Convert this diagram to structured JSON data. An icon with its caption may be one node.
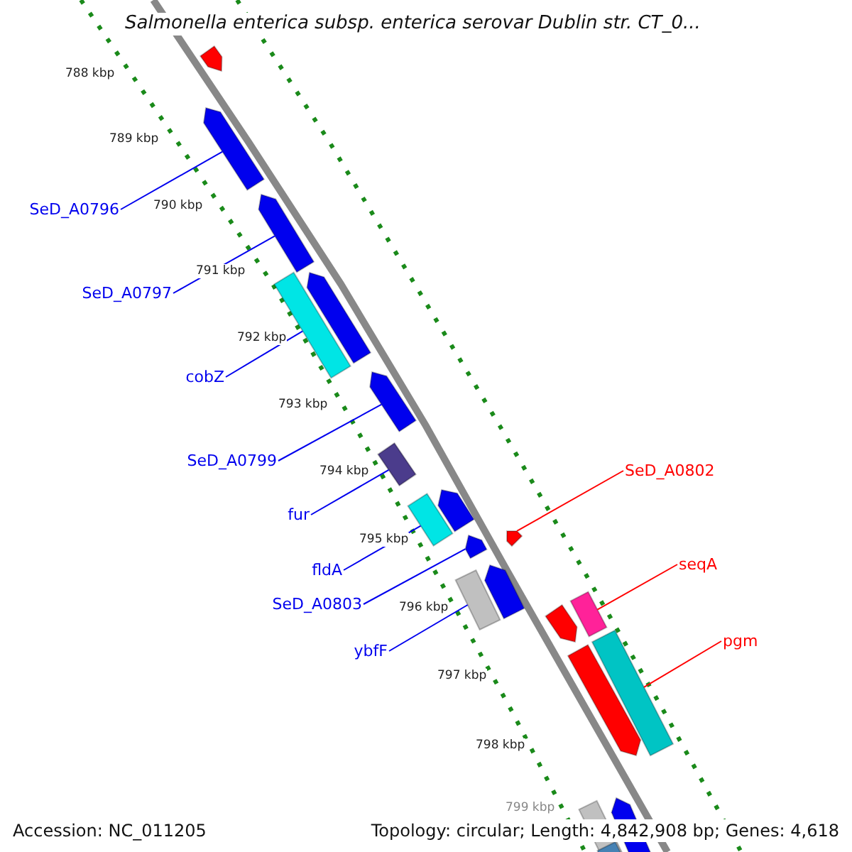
{
  "diagram": {
    "title": "Salmonella enterica subsp. enterica serovar Dublin str. CT_0...",
    "nodes": [
      {
        "text": [
          "SeD_A0796"
        ]
      },
      {
        "text": [
          "SeD_A0797"
        ]
      },
      {
        "text": [
          "cobZ"
        ]
      },
      {
        "text": [
          "SeD_A0799"
        ]
      },
      {
        "text": [
          "SeD_A0802"
        ]
      },
      {
        "text": [
          "fur"
        ]
      },
      {
        "text": [
          "seqA"
        ]
      },
      {
        "text": [
          "fldA"
        ]
      },
      {
        "text": [
          "SeD_A0803"
        ]
      },
      {
        "text": [
          "pgm"
        ]
      },
      {
        "text": [
          "ybfF"
        ]
      },
      {
        "text": [],
        "shape": "arrow"
      },
      {
        "text": [],
        "shape": "arrow"
      },
      {
        "text": [],
        "shape": "arrow"
      },
      {
        "text": [],
        "shape": "bar"
      },
      {
        "text": [],
        "shape": "arrow"
      },
      {
        "text": [],
        "shape": "arrow"
      },
      {
        "text": [],
        "shape": "bar"
      },
      {
        "text": [],
        "shape": "bar"
      },
      {
        "text": [],
        "shape": "arrow"
      },
      {
        "text": [],
        "shape": "arrow"
      },
      {
        "text": [],
        "shape": "arrow"
      },
      {
        "text": [],
        "shape": "bar"
      },
      {
        "text": [],
        "shape": "arrow"
      },
      {
        "text": [],
        "shape": "arrow"
      },
      {
        "text": [],
        "shape": "bar"
      },
      {
        "text": [],
        "shape": "arrow"
      },
      {
        "text": [],
        "shape": "bar"
      },
      {
        "text": [],
        "shape": "bar"
      },
      {
        "text": [],
        "shape": "arrow"
      },
      {
        "text": [],
        "shape": "bar"
      }
    ],
    "edges": [
      {
        "from": 0,
        "to": 12,
        "arrow": "none"
      },
      {
        "from": 1,
        "to": 13,
        "arrow": "none"
      },
      {
        "from": 2,
        "to": 14,
        "arrow": "none"
      },
      {
        "from": 3,
        "to": 16,
        "arrow": "none"
      },
      {
        "from": 4,
        "to": 21,
        "arrow": "none",
        "color": "#ff0000"
      },
      {
        "from": 5,
        "to": 17,
        "arrow": "none"
      },
      {
        "from": 6,
        "to": 25,
        "arrow": "none",
        "color": "#ff0000"
      },
      {
        "from": 7,
        "to": 18,
        "arrow": "none"
      },
      {
        "from": 8,
        "to": 20,
        "arrow": "none"
      },
      {
        "from": 9,
        "to": 27,
        "arrow": "none",
        "color": "#ff0000"
      },
      {
        "from": 10,
        "to": 22,
        "arrow": "none"
      }
    ],
    "labels": [
      "788 kbp",
      "789 kbp",
      "790 kbp",
      "791 kbp",
      "792 kbp",
      "793 kbp",
      "794 kbp",
      "795 kbp",
      "796 kbp",
      "797 kbp",
      "798 kbp",
      "799 kbp",
      "Accession: NC_011205",
      "Topology: circular; Length: 4,842,908 bp; Genes: 4,618"
    ]
  }
}
